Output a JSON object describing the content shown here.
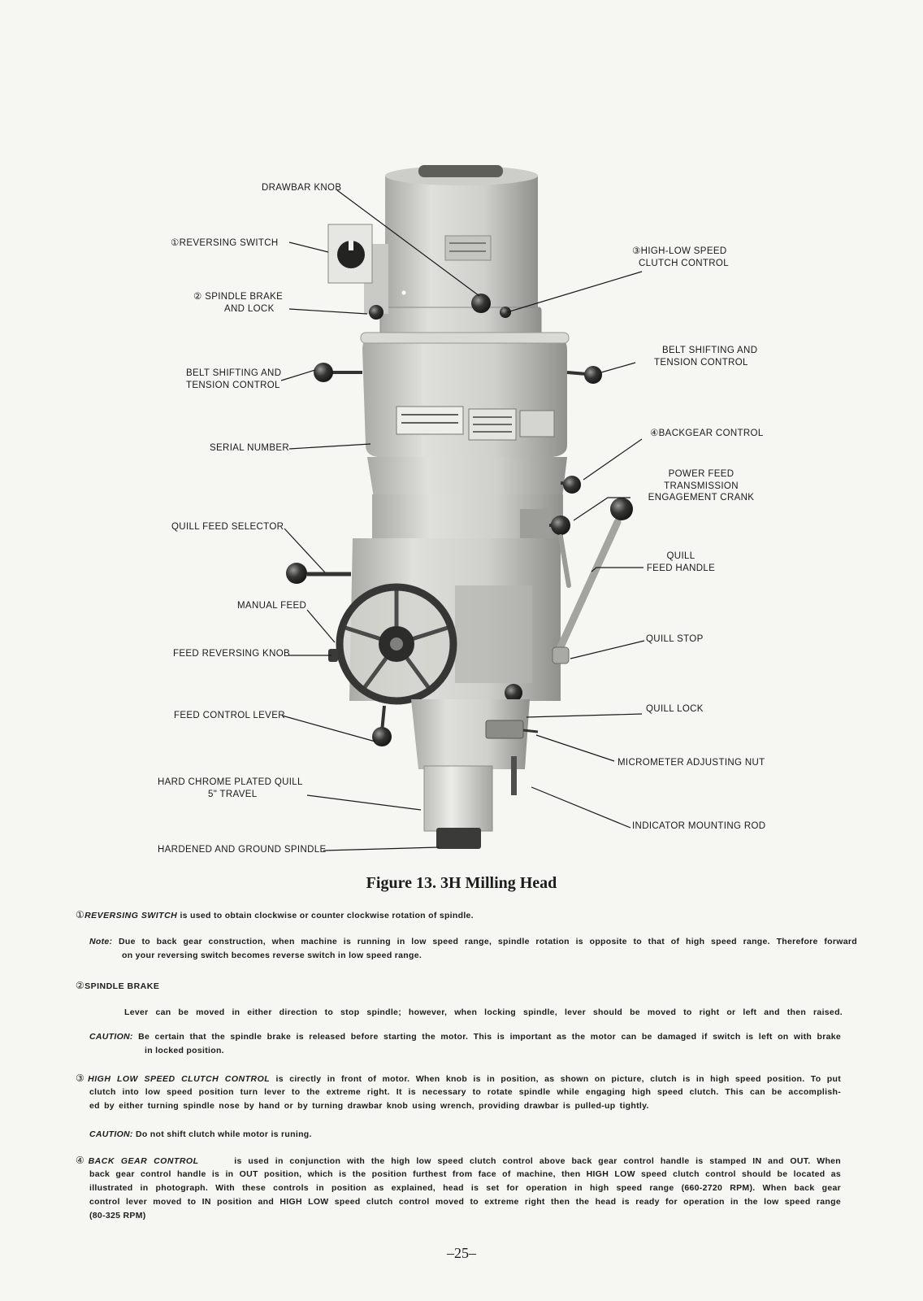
{
  "figure": {
    "callouts": {
      "drawbar_knob": [
        "DRAWBAR KNOB"
      ],
      "reversing_switch": [
        "①REVERSING SWITCH"
      ],
      "spindle_brake": [
        "② SPINDLE BRAKE",
        "AND LOCK"
      ],
      "belt_shifting_left": [
        "BELT SHIFTING AND",
        "TENSION CONTROL"
      ],
      "serial_number": [
        "SERIAL NUMBER"
      ],
      "quill_feed_selector": [
        "QUILL FEED SELECTOR"
      ],
      "manual_feed": [
        "MANUAL FEED"
      ],
      "feed_reversing_knob": [
        "FEED REVERSING KNOB"
      ],
      "feed_control_lever": [
        "FEED CONTROL LEVER"
      ],
      "hard_chrome_quill": [
        "HARD CHROME PLATED QUILL",
        "5\" TRAVEL"
      ],
      "hardened_spindle": [
        "HARDENED AND GROUND SPINDLE"
      ],
      "high_low_clutch": [
        "③HIGH-LOW SPEED",
        "CLUTCH CONTROL"
      ],
      "belt_shifting_right": [
        "BELT SHIFTING AND",
        "TENSION CONTROL"
      ],
      "backgear_control": [
        "④BACKGEAR CONTROL"
      ],
      "power_feed_crank": [
        "POWER FEED",
        "TRANSMISSION",
        "ENGAGEMENT CRANK"
      ],
      "quill_feed_handle": [
        "QUILL",
        "FEED HANDLE"
      ],
      "quill_stop": [
        "QUILL STOP"
      ],
      "quill_lock": [
        "QUILL LOCK"
      ],
      "micrometer_nut": [
        "MICROMETER ADJUSTING NUT"
      ],
      "indicator_rod": [
        "INDICATOR MOUNTING ROD"
      ]
    },
    "caption": "Figure 13. 3H Milling Head"
  },
  "text": {
    "reversing_switch": {
      "number": "①",
      "heading": "REVERSING SWITCH",
      "body": "is used to obtain clockwise or counter clockwise rotation of spindle."
    },
    "note": {
      "lead": "Note:",
      "lines": [
        "Due to back gear construction, when machine is running in low speed range, spindle rotation is opposite to that of high speed range.  Therefore forward",
        "on your reversing switch becomes reverse switch in low speed range."
      ]
    },
    "spindle_brake": {
      "number": "②",
      "heading": "SPINDLE BRAKE",
      "lines": [
        "Lever can be moved in either direction to stop spindle; however, when locking spindle, lever should be moved to right or left and then raised."
      ]
    },
    "caution_brake": {
      "lead": "CAUTION:",
      "lines": [
        "Be certain that the spindle brake is released before starting the motor. This is important as the motor can be damaged if switch is left on with brake",
        "in locked position."
      ]
    },
    "high_low_clutch": {
      "number": "③",
      "heading": "HIGH LOW SPEED CLUTCH CONTROL",
      "lines": [
        "is cirectly in front of motor. When knob is in position, as shown on picture, clutch is in high speed position. To put",
        "clutch into low speed position turn lever to the extreme right. It is necessary to rotate spindle while engaging high speed clutch. This can be accomplish-",
        "ed by either turning spindle nose by hand or by turning drawbar knob using wrench, providing drawbar is pulled-up tightly."
      ]
    },
    "caution_clutch": {
      "lead": "CAUTION:",
      "body": "Do not shift clutch while motor is runing."
    },
    "back_gear": {
      "number": "④",
      "heading": "BACK GEAR CONTROL",
      "lines": [
        "is used in conjunction with the high low speed clutch control above back gear control handle is stamped IN and OUT.  When",
        "back gear control handle is in OUT position, which is the position furthest from face of machine, then HIGH LOW speed clutch control should be located as",
        "illustrated in photograph. With these controls in position as explained, head is set for operation in high speed range (660-2720 RPM). When back gear",
        "control lever moved to IN position and HIGH LOW speed clutch control moved to extreme right then the head is ready for operation in the low speed range",
        "(80-325 RPM)"
      ]
    }
  },
  "page_number": "–25–"
}
